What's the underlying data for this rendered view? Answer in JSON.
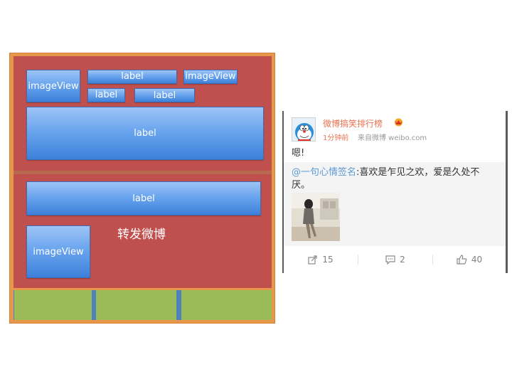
{
  "wireframe": {
    "top_section": {
      "avatar_view": "imageView",
      "name_label": "label",
      "vip_image_view": "imageView",
      "time_label": "label",
      "source_label": "label",
      "content_label": "label"
    },
    "middle_section": {
      "retweet_label": "label",
      "retweet_image_view": "imageView",
      "caption": "转发微博"
    }
  },
  "weibo_card": {
    "username": "微博搞笑排行榜",
    "time": "1分钟前",
    "source": "来自微博 weibo.com",
    "post_text": "嗯!",
    "repost": {
      "mention": "@一句心情签名",
      "text": ":喜欢是乍见之欢，爱是久处不厌。"
    },
    "actions": {
      "repost_count": "15",
      "comment_count": "2",
      "like_count": "40"
    },
    "colors": {
      "username": "#eb7350",
      "mention": "#5d9bd6",
      "muted": "#999999"
    }
  }
}
